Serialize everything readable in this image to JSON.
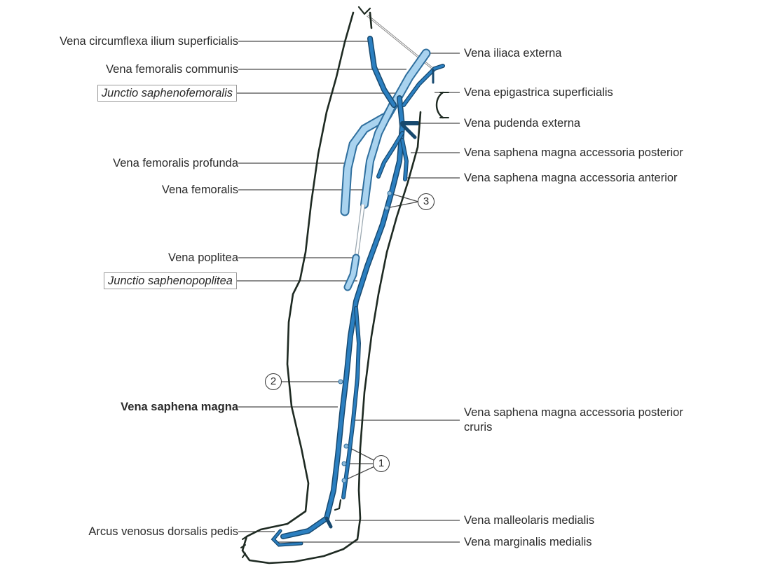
{
  "diagram": {
    "colors": {
      "outline": "#1e2a22",
      "deep_vein": "#a9d3ef",
      "deep_vein_edge": "#2f6f9e",
      "superficial_vein": "#2b7fc0",
      "superficial_vein_dark": "#17496f",
      "leader_line": "#4a4a4a"
    },
    "labels_left": [
      {
        "id": "circumflexa",
        "text": "Vena circumflexa ilium superficialis"
      },
      {
        "id": "femoralis_communis",
        "text": "Vena femoralis communis"
      },
      {
        "id": "junctio_saphenofemoralis",
        "text": "Junctio saphenofemoralis"
      },
      {
        "id": "femoralis_profunda",
        "text": "Vena femoralis profunda"
      },
      {
        "id": "femoralis",
        "text": "Vena femoralis"
      },
      {
        "id": "poplitea",
        "text": "Vena poplitea"
      },
      {
        "id": "junctio_saphenopoplitea",
        "text": "Junctio saphenopoplitea"
      },
      {
        "id": "saphena_magna",
        "text": "Vena saphena magna"
      },
      {
        "id": "arcus",
        "text": "Arcus venosus dorsalis pedis"
      }
    ],
    "labels_right": [
      {
        "id": "iliaca_externa",
        "text": "Vena iliaca externa"
      },
      {
        "id": "epigastrica",
        "text": "Vena epigastrica superficialis"
      },
      {
        "id": "pudenda",
        "text": "Vena pudenda externa"
      },
      {
        "id": "accessoria_posterior",
        "text": "Vena saphena magna accessoria posterior"
      },
      {
        "id": "accessoria_anterior",
        "text": "Vena saphena magna accessoria anterior"
      },
      {
        "id": "accessoria_cruris",
        "text": "Vena saphena magna accessoria posterior cruris"
      },
      {
        "id": "malleolaris",
        "text": "Vena malleolaris medialis"
      },
      {
        "id": "marginalis",
        "text": "Vena marginalis medialis"
      }
    ],
    "markers": [
      {
        "id": "m1",
        "text": "1"
      },
      {
        "id": "m2",
        "text": "2"
      },
      {
        "id": "m3",
        "text": "3"
      }
    ]
  }
}
